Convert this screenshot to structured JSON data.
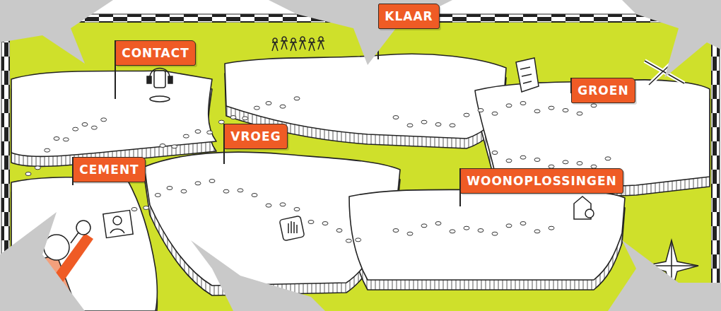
{
  "diagram": {
    "nodes": [
      {
        "text": [
          "CONTACT"
        ]
      },
      {
        "text": [
          "KLAAR"
        ]
      },
      {
        "text": [
          "GROEN"
        ]
      },
      {
        "text": [
          "VROEG"
        ]
      },
      {
        "text": [
          "CEMENT"
        ]
      },
      {
        "text": [
          "WOONOPLOSSINGEN"
        ]
      }
    ]
  }
}
